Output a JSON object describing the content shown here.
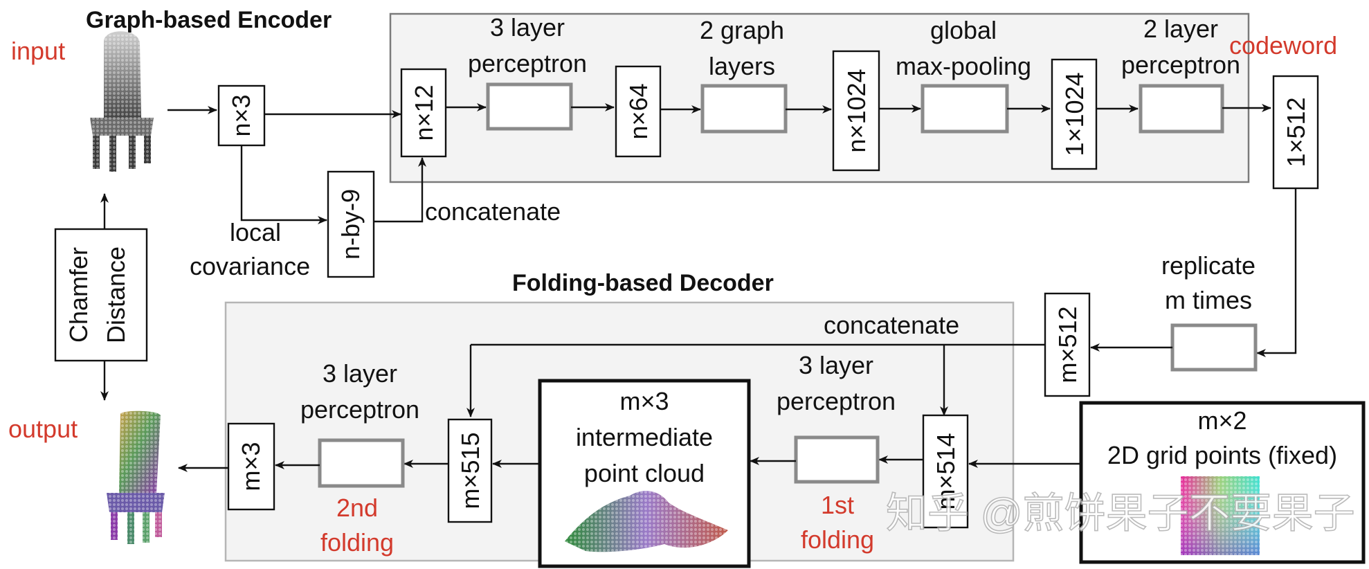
{
  "encoder": {
    "title": "Graph-based Encoder",
    "input_label": "input",
    "codeword_label": "codeword",
    "n3": "n×3",
    "n12": "n×12",
    "n64": "n×64",
    "n1024a": "n×1024",
    "one1024": "1×1024",
    "one512": "1×512",
    "nby9": "n-by-9",
    "mlp3": [
      "3 layer",
      "perceptron"
    ],
    "graph2": [
      "2 graph",
      "layers"
    ],
    "maxpool": [
      "global",
      "max-pooling"
    ],
    "mlp2": [
      "2 layer",
      "perceptron"
    ],
    "local_cov": [
      "local",
      "covariance"
    ],
    "concatenate": "concatenate"
  },
  "decoder": {
    "title": "Folding-based Decoder",
    "output_label": "output",
    "replicate": [
      "replicate",
      "m times"
    ],
    "m512": "m×512",
    "concatenate": "concatenate",
    "m514": "m×514",
    "m515": "m×515",
    "m3": "m×3",
    "mlp_a": [
      "3 layer",
      "perceptron"
    ],
    "mlp_b": [
      "3 layer",
      "perceptron"
    ],
    "fold1": [
      "1st",
      "folding"
    ],
    "fold2": [
      "2nd",
      "folding"
    ],
    "intermediate": [
      "m×3",
      "intermediate",
      "point cloud"
    ],
    "grid": [
      "m×2",
      "2D grid points (fixed)"
    ]
  },
  "loss": [
    "Chamfer",
    "Distance"
  ],
  "watermark": "知乎 @煎饼果子不要果子",
  "colors": {
    "accent_red": "#d33a2c",
    "mlp_gray": "#8a8a8a",
    "panel": "#f3f3f3"
  }
}
